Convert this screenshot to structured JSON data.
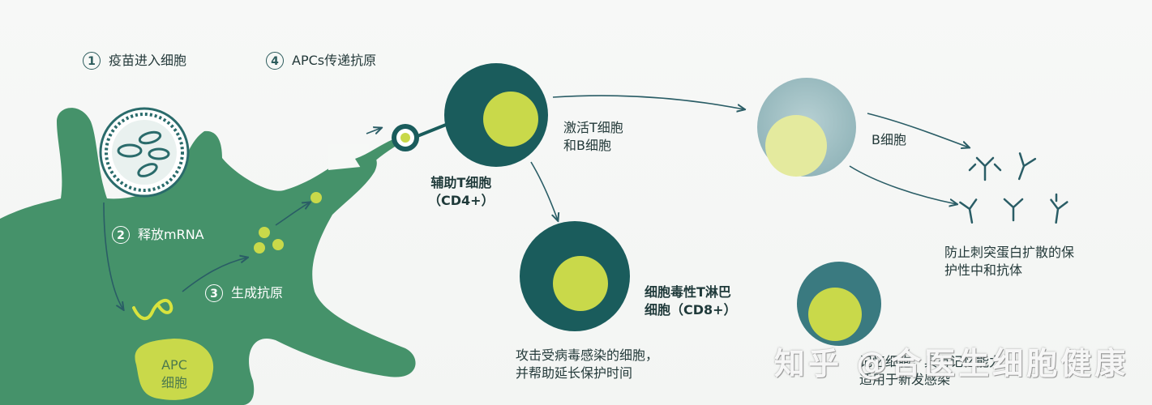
{
  "steps": {
    "s1": {
      "num": "1",
      "text": "疫苗进入细胞"
    },
    "s2": {
      "num": "2",
      "text": "释放mRNA"
    },
    "s3": {
      "num": "3",
      "text": "生成抗原"
    },
    "s4": {
      "num": "4",
      "text": "APCs传递抗原"
    }
  },
  "apc": {
    "line1": "APC",
    "line2": "细胞"
  },
  "helper_t": {
    "line1": "辅助T细胞",
    "line2": "（CD4+）"
  },
  "activate": {
    "line1": "激活T细胞",
    "line2": "和B细胞"
  },
  "killer_t": {
    "line1": "细胞毒性T淋巴",
    "line2": "细胞（CD8+）",
    "desc1": "攻击受病毒感染的细胞，",
    "desc2": "并帮助延长保护时间"
  },
  "b_cell": {
    "label": "B细胞"
  },
  "antibody": {
    "line1": "防止刺突蛋白扩散的保",
    "line2": "护性中和抗体"
  },
  "memory": {
    "line1": "记忆细胞，具有记忆能力",
    "line2": "适用于新发感染"
  },
  "watermark": "知乎 @合医生细胞健康",
  "colors": {
    "apc_green": "#45926a",
    "dark_teal": "#1a5c5c",
    "lime": "#c9d94a",
    "b_cell_blue": "#9dbfc3",
    "arrow": "#2a5d66"
  }
}
